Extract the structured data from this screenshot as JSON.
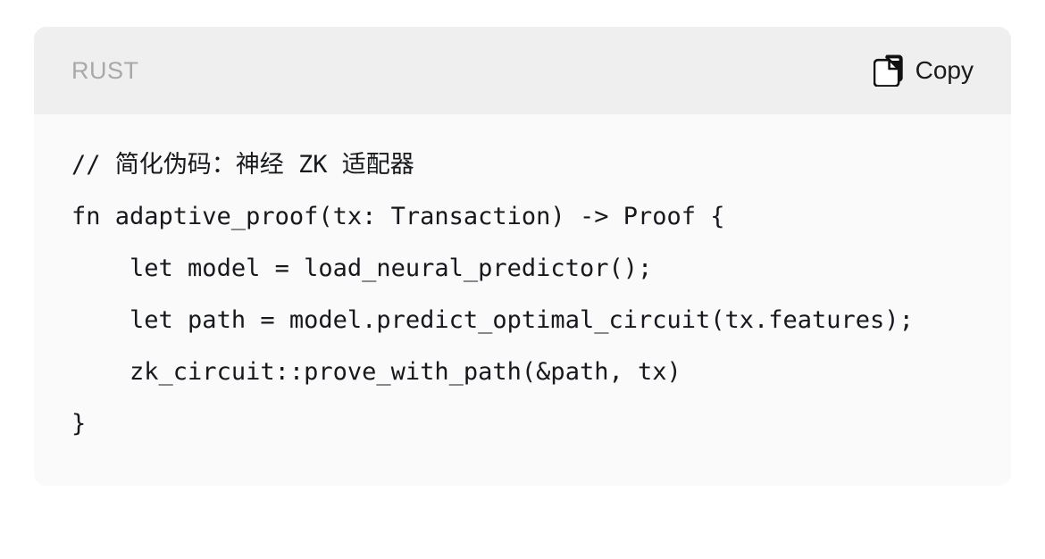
{
  "page": {
    "background_color": "#ffffff"
  },
  "code_card": {
    "background_color": "#fafafa",
    "header": {
      "background_color": "#efefef",
      "language_label": "RUST",
      "language_label_color": "#a8a8a8",
      "copy_button": {
        "label": "Copy",
        "icon": "copy-icon",
        "color": "#1a1a1a"
      }
    },
    "body": {
      "language": "rust",
      "text_color": "#16181d",
      "lines": [
        "// 简化伪码：神经 ZK 适配器",
        "fn adaptive_proof(tx: Transaction) -> Proof {",
        "    let model = load_neural_predictor();",
        "    let path = model.predict_optimal_circuit(tx.features);",
        "    zk_circuit::prove_with_path(&path, tx)",
        "}"
      ]
    }
  }
}
